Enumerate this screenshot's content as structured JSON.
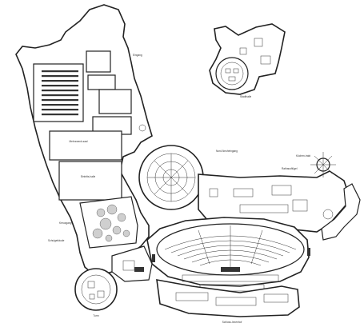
{
  "labels": {
    "hall_upper": "Mehrzweck-saal",
    "hall_lower": "Eintritts-halle",
    "right_wing": "Nord-Neuheingang",
    "right_wing2": "Rathausflügel",
    "left_court": "Schulgebäude",
    "corner_label": "Kreuzgang",
    "south_label": "Schloss-Innenhof",
    "ne_label": "Küchen-trakt",
    "door_label": "Eingang",
    "tower_label": "Turm",
    "bottom_label": "Stadthalle"
  },
  "colors": {
    "walls": "#222222",
    "hatch": "#cfcfcf",
    "background": "#ffffff"
  }
}
